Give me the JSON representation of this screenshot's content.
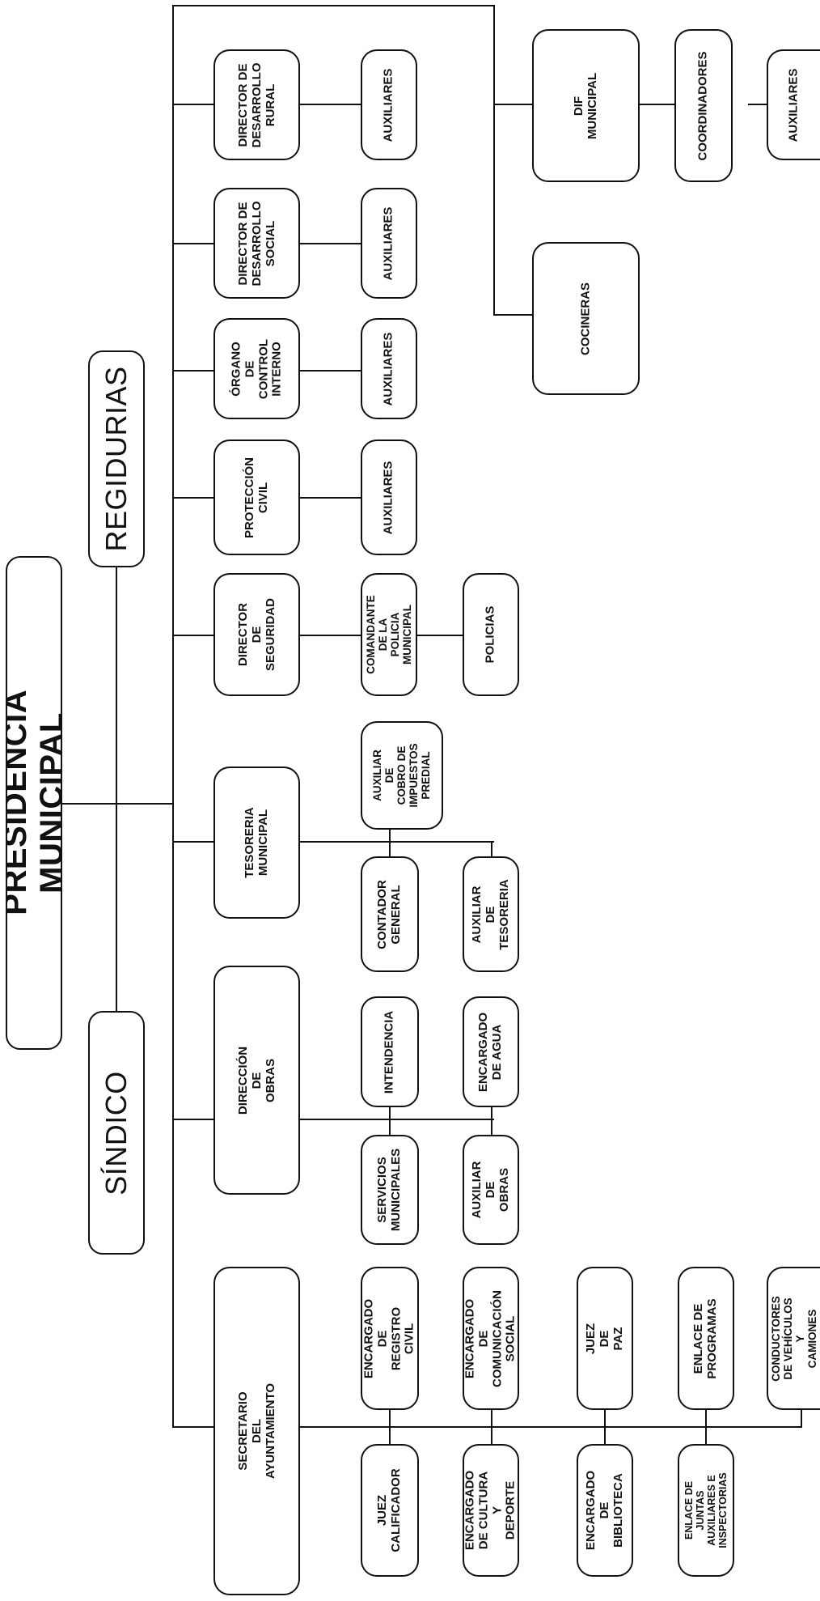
{
  "diagram": {
    "root": "PRESIDENCIA MUNICIPAL",
    "top_branches": {
      "sindico": "SÍNDICO",
      "regidurias": "REGIDURIAS"
    },
    "secretario": {
      "title": "SECRETARIO DEL\nAYUNTAMIENTO",
      "subordinates": [
        "ENCARGADO DE\nREGISTRO CIVIL",
        "JUEZ\nCALIFICADOR",
        "ENCARGADO DE\nCOMUNICACIÓN\nSOCIAL",
        "ENCARGADO\nDE CULTURA Y\nDEPORTE",
        "JUEZ DE PAZ",
        "ENCARGADO DE\nBIBLIOTECA",
        "ENLACE DE\nPROGRAMAS",
        "ENLACE DE JUNTAS\nAUXILIARES E\nINSPECTORIAS",
        "CONDUCTORES\nDE VEHÍCULOS Y\nCAMIONES"
      ]
    },
    "obras": {
      "title": "DIRECCIÓN DE\nOBRAS",
      "subordinates": [
        "INTENDENCIA",
        "SERVICIOS\nMUNICIPALES",
        "ENCARGADO\nDE AGUA",
        "AUXILIAR\nDE OBRAS"
      ]
    },
    "tesoreria": {
      "title": "TESORERIA\nMUNICIPAL",
      "subordinates": [
        "AUXILIAR DE\nCOBRO DE\nIMPUESTOS\nPREDIAL",
        "CONTADOR\nGENERAL",
        "AUXILIAR\nDE TESORERIA"
      ]
    },
    "seguridad": {
      "title": "DIRECTOR DE\nSEGURIDAD",
      "subordinates": [
        "COMANDANTE\nDE LA POLICIA\nMUNICIPAL",
        "POLICIAS"
      ]
    },
    "proteccion": {
      "title": "PROTECCIÓN\nCIVIL",
      "subordinates": [
        "AUXILIARES"
      ]
    },
    "organo": {
      "title": "ÓRGANO\nDE CONTROL\nINTERNO",
      "subordinates": [
        "AUXILIARES"
      ]
    },
    "social": {
      "title": "DIRECTOR DE\nDESARROLLO\nSOCIAL",
      "subordinates": [
        "AUXILIARES"
      ]
    },
    "rural": {
      "title": "DIRECTOR DE\nDESARROLLO\nRURAL",
      "subordinates": [
        "AUXILIARES"
      ]
    },
    "dif": {
      "title": "DIF MUNICIPAL",
      "subordinates": [
        "COORDINADORES",
        "AUXILIARES",
        "COCINERAS"
      ]
    }
  }
}
